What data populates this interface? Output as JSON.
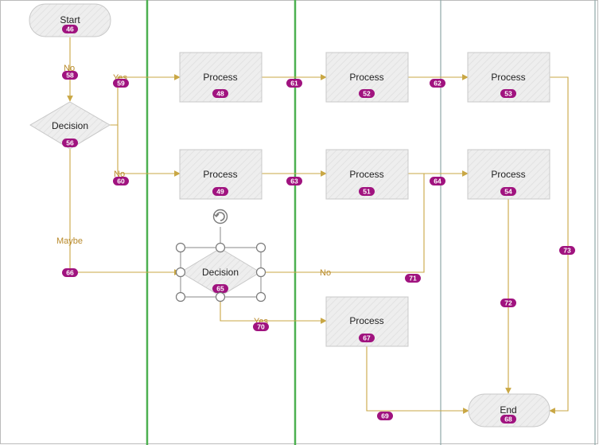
{
  "diagram": {
    "nodes": {
      "start": {
        "label": "Start",
        "badge": "46"
      },
      "decision1": {
        "label": "Decision",
        "badge": "56"
      },
      "process1": {
        "label": "Process",
        "badge": "48"
      },
      "process2": {
        "label": "Process",
        "badge": "52"
      },
      "process3": {
        "label": "Process",
        "badge": "53"
      },
      "process4": {
        "label": "Process",
        "badge": "49"
      },
      "process5": {
        "label": "Process",
        "badge": "51"
      },
      "process6": {
        "label": "Process",
        "badge": "54"
      },
      "decision2": {
        "label": "Decision",
        "badge": "65"
      },
      "process7": {
        "label": "Process",
        "badge": "67"
      },
      "end": {
        "label": "End",
        "badge": "68"
      }
    },
    "edge_labels": {
      "no_top": "No",
      "yes_top": "Yes",
      "no_mid": "No",
      "maybe": "Maybe",
      "no_right": "No",
      "yes_bottom": "Yes"
    },
    "edge_badges": {
      "e58": "58",
      "e59": "59",
      "e60": "60",
      "e61": "61",
      "e62": "62",
      "e63": "63",
      "e64": "64",
      "e66": "66",
      "e69": "69",
      "e70": "70",
      "e71": "71",
      "e72": "72",
      "e73": "73"
    },
    "colors": {
      "connector": "#c9a744",
      "badge": "#a0137f",
      "lane_divider_green": "#4cb050",
      "lane_divider_gray": "#8fa8a8",
      "node_fill": "#ededed",
      "node_stroke": "#c8c8c8"
    }
  }
}
